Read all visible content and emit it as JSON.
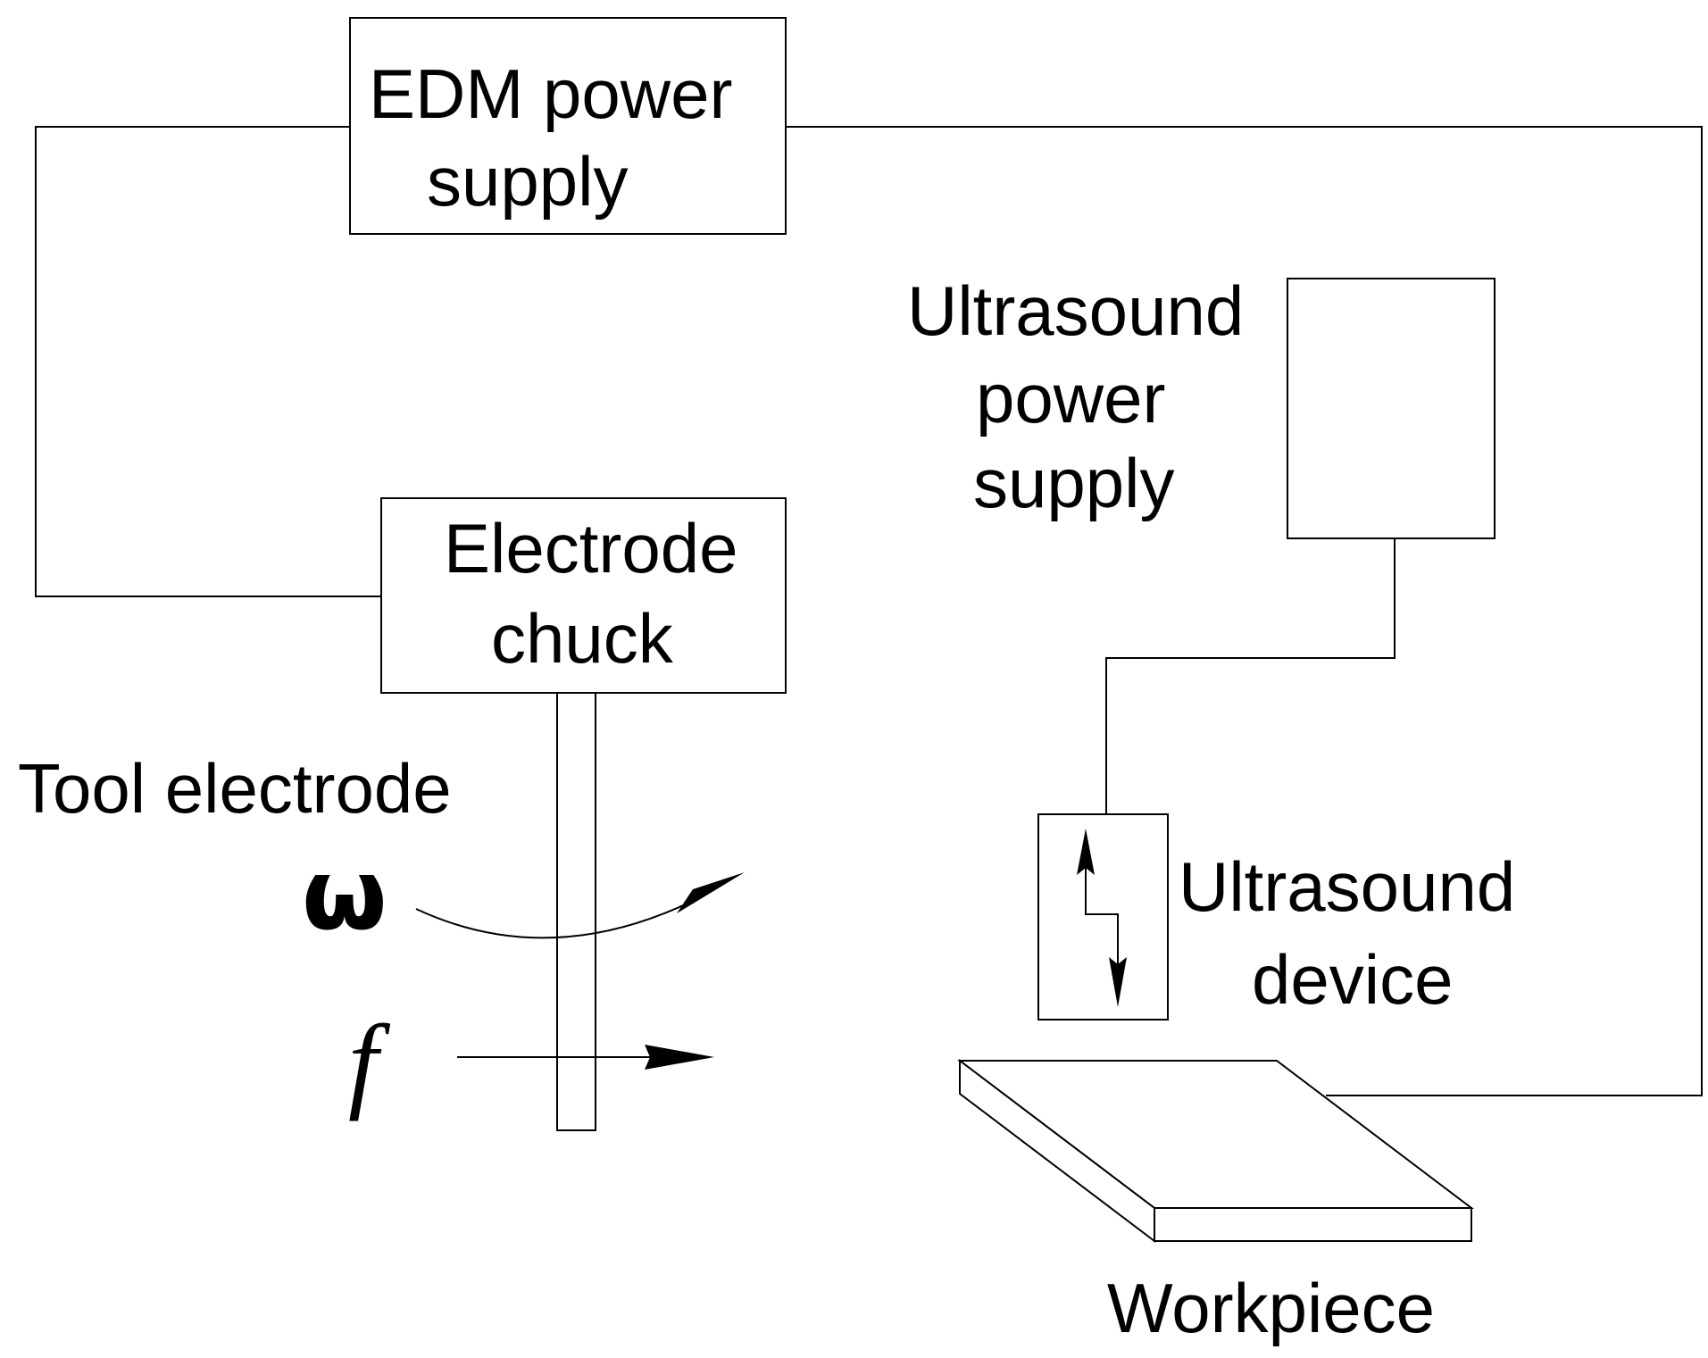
{
  "diagram": {
    "edm_power_supply": {
      "line1": "EDM power",
      "line2": "supply"
    },
    "ultrasound_power_supply": {
      "line1": "Ultrasound",
      "line2": "power",
      "line3": "supply"
    },
    "electrode_chuck": {
      "line1": "Electrode",
      "line2": "chuck"
    },
    "tool_electrode": "Tool electrode",
    "ultrasound_device": {
      "line1": "Ultrasound",
      "line2": "device"
    },
    "workpiece": "Workpiece",
    "rotation_symbol": "ω",
    "feed_symbol": "f"
  }
}
